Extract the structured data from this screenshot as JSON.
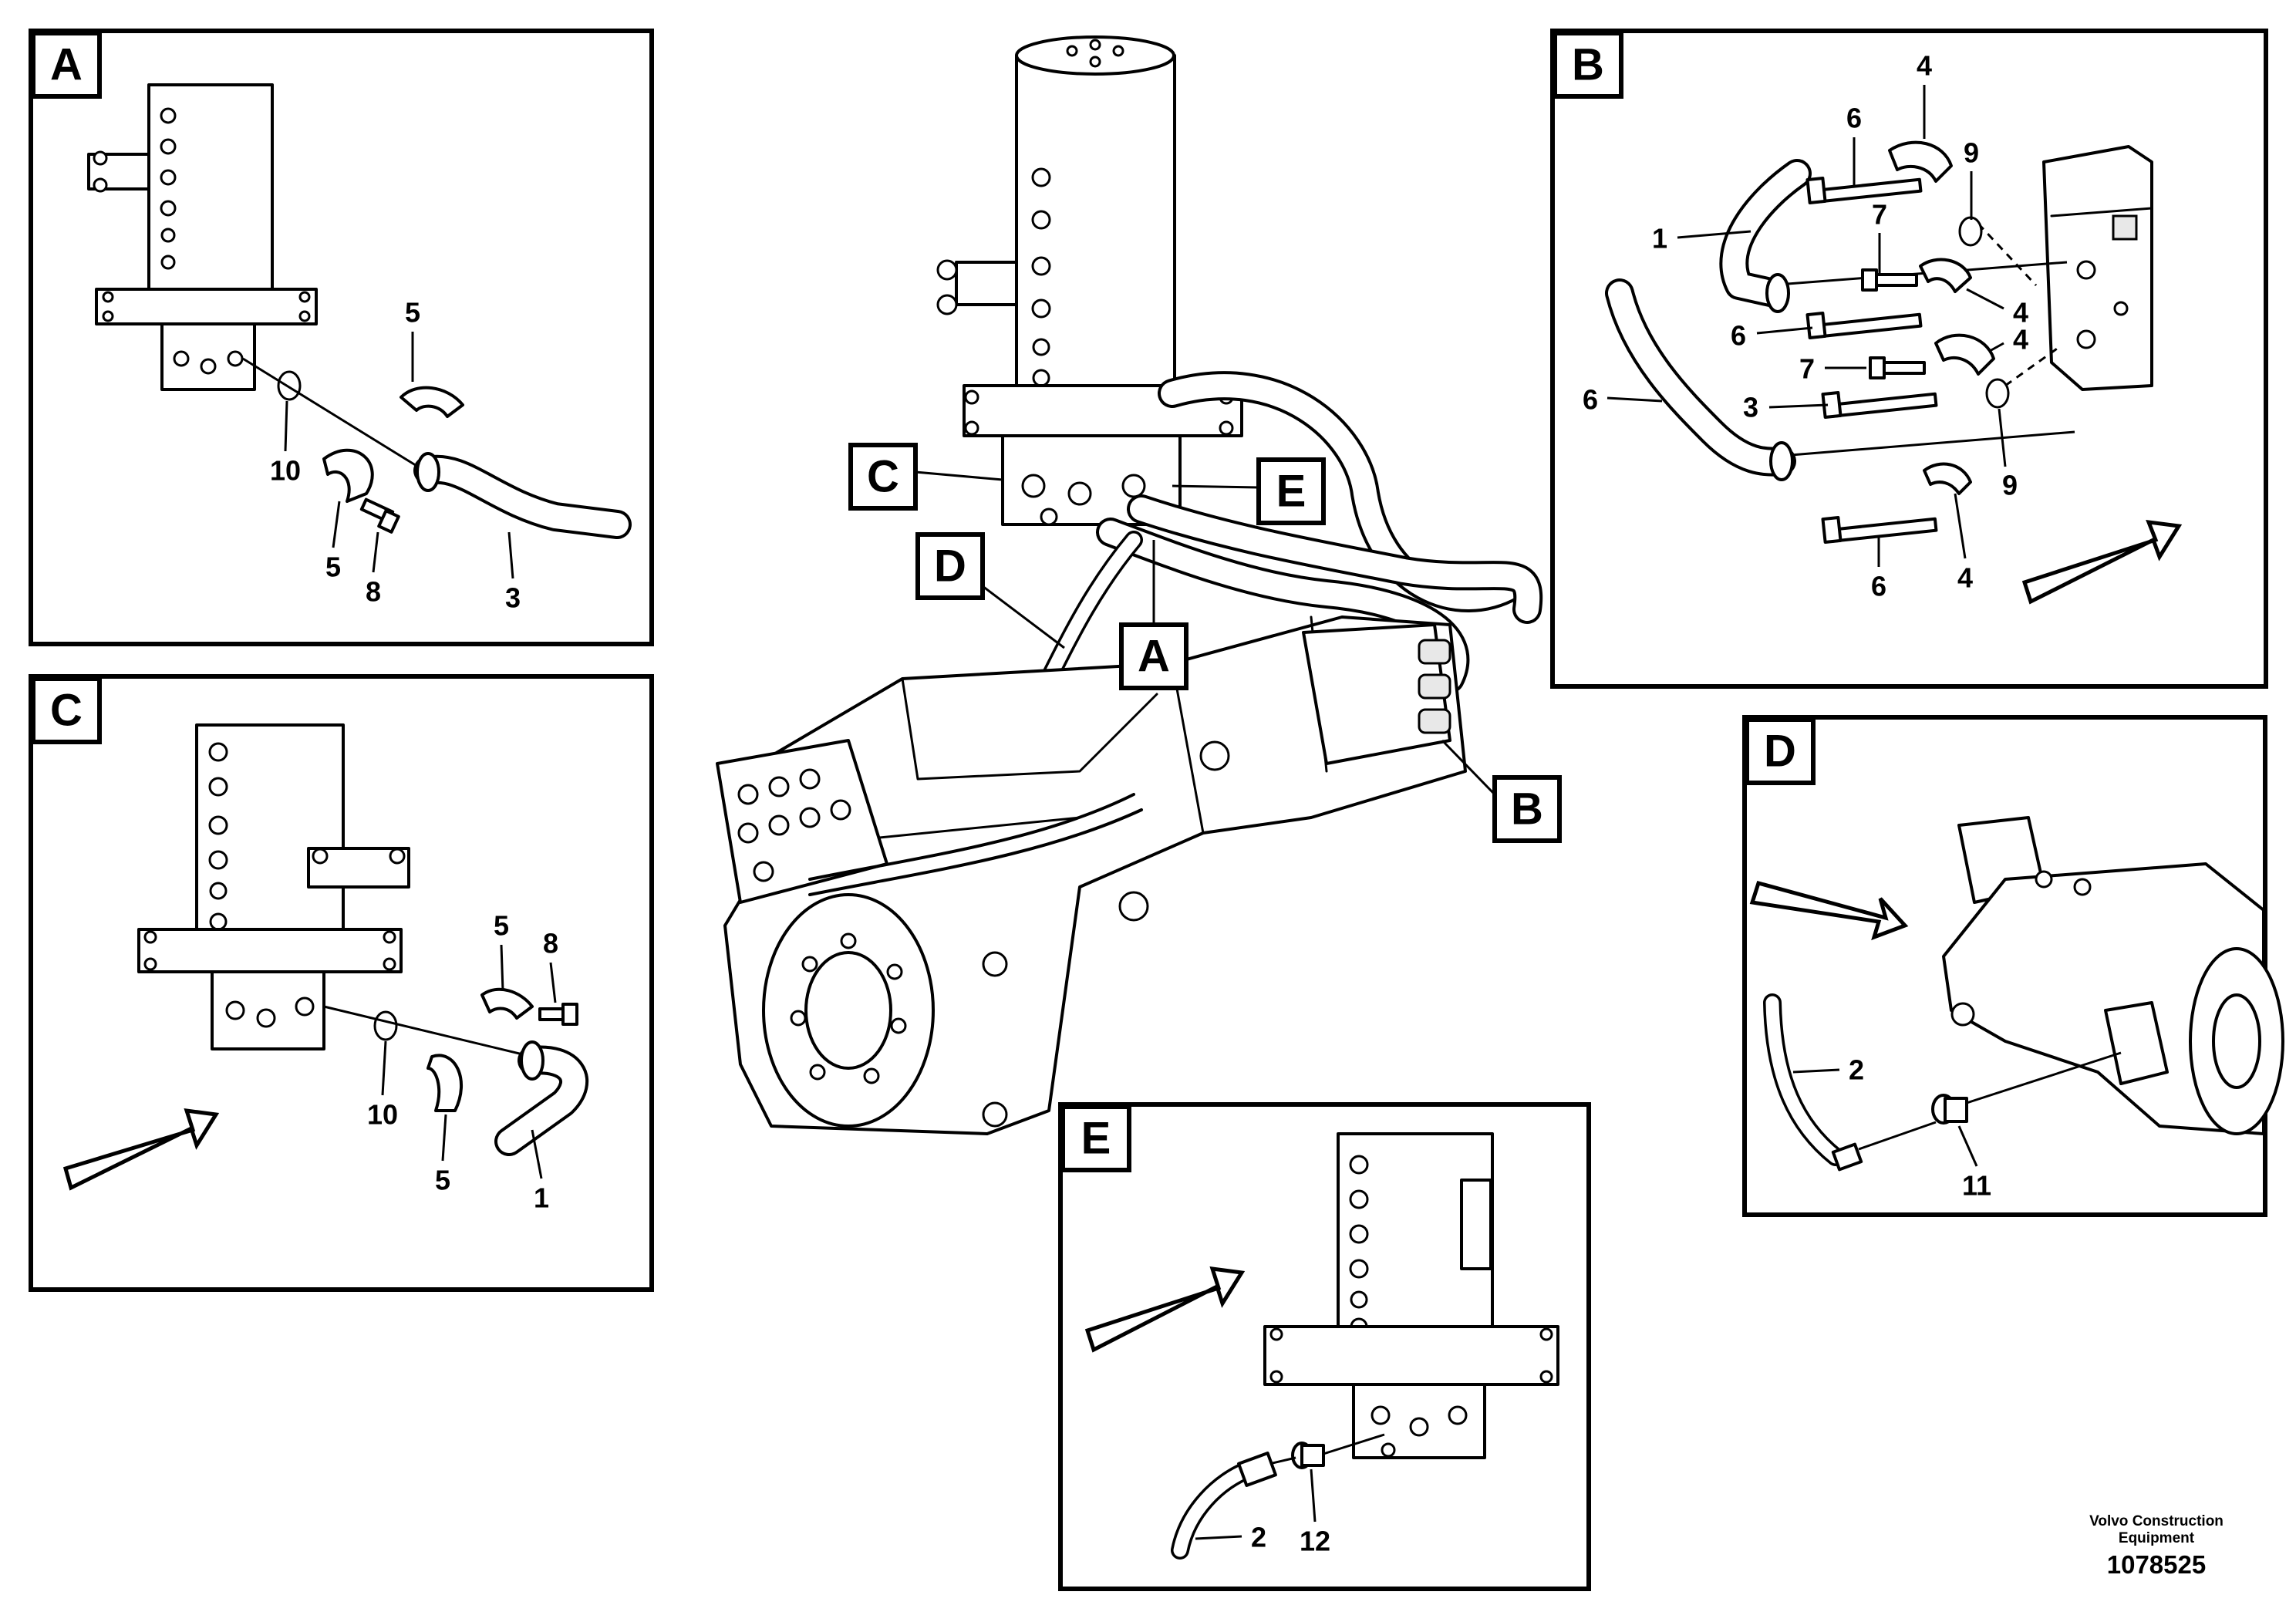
{
  "views": {
    "A": {
      "tag": "A",
      "callouts": [
        "5",
        "10",
        "5",
        "8",
        "3"
      ]
    },
    "B": {
      "tag": "B",
      "callouts": [
        "4",
        "6",
        "9",
        "1",
        "7",
        "4",
        "6",
        "4",
        "7",
        "6",
        "3",
        "9",
        "6",
        "4"
      ]
    },
    "C": {
      "tag": "C",
      "callouts": [
        "5",
        "8",
        "10",
        "5",
        "1"
      ]
    },
    "D": {
      "tag": "D",
      "callouts": [
        "2",
        "11"
      ]
    },
    "E": {
      "tag": "E",
      "callouts": [
        "2",
        "12"
      ]
    }
  },
  "main_tags": [
    "C",
    "E",
    "D",
    "A",
    "B"
  ],
  "credit": {
    "line1": "Volvo Construction",
    "line2": "Equipment",
    "doc_number": "1078525"
  }
}
